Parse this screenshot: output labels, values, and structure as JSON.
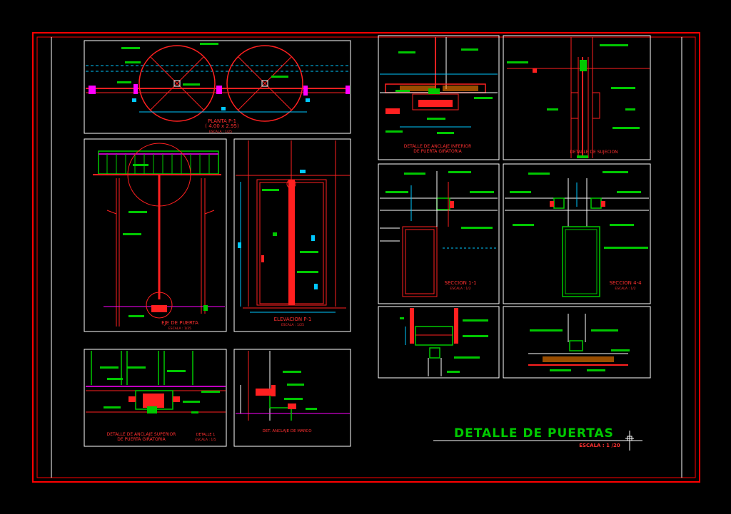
{
  "sheet": {
    "title": "DETALLE DE PUERTAS",
    "scale": "ESCALA : 1 /20"
  },
  "colors": {
    "background": "#000000",
    "frame": "#ff0000",
    "green": "#00c800",
    "cyan": "#00c8ff",
    "magenta": "#ff00ff"
  },
  "views": {
    "planta": {
      "title": "PLANTA P-1",
      "subtitle": "( 4.00 x 2.95)",
      "scale": "ESCALA : 1/25"
    },
    "eje": {
      "title": "EJE DE PUERTA",
      "scale": "ESCALA : 1/25"
    },
    "elevacion": {
      "title": "ELEVACION P-1",
      "scale": "ESCALA : 1/25"
    },
    "anclaje_sup": {
      "title_1": "DETALLE DE ANCLAJE SUPERIOR",
      "title_2": "DE PUERTA GIRATORIA",
      "detail": "DETALLE 1",
      "scale": "ESCALA : 1/5"
    },
    "anclaje_marco": {
      "title": "DET. ANCLAJE DE MARCO"
    },
    "anclaje_inf": {
      "title_1": "DETALLE DE ANCLAJE INFERIOR",
      "title_2": "DE PUERTA GIRATORIA"
    },
    "sujecion": {
      "title": "DETALLE DE SUJECION"
    },
    "seccion_1": {
      "title": "SECCION 1-1",
      "scale": "ESCALA : 1/2"
    },
    "seccion_4": {
      "title": "SECCION 4-4",
      "scale": "ESCALA : 1/2"
    }
  }
}
